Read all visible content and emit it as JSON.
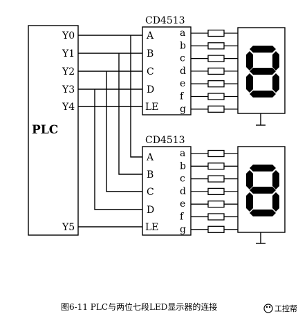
{
  "plc": {
    "label": "PLC",
    "outputs": [
      "Y0",
      "Y1",
      "Y2",
      "Y3",
      "Y4",
      "Y5"
    ]
  },
  "chips": [
    {
      "name": "CD4513",
      "inputs": [
        "A",
        "B",
        "C",
        "D",
        "LE"
      ],
      "outputs": [
        "a",
        "b",
        "c",
        "d",
        "e",
        "f",
        "g"
      ]
    },
    {
      "name": "CD4513",
      "inputs": [
        "A",
        "B",
        "C",
        "D",
        "LE"
      ],
      "outputs": [
        "a",
        "b",
        "c",
        "d",
        "e",
        "f",
        "g"
      ]
    }
  ],
  "displays": [
    {
      "digit": "8"
    },
    {
      "digit": "8"
    }
  ],
  "caption": "图6-11  PLC与两位七段LED显示器的连接",
  "watermark": {
    "text": "工控帮"
  },
  "colors": {
    "line": "#000000",
    "background": "#ffffff"
  }
}
